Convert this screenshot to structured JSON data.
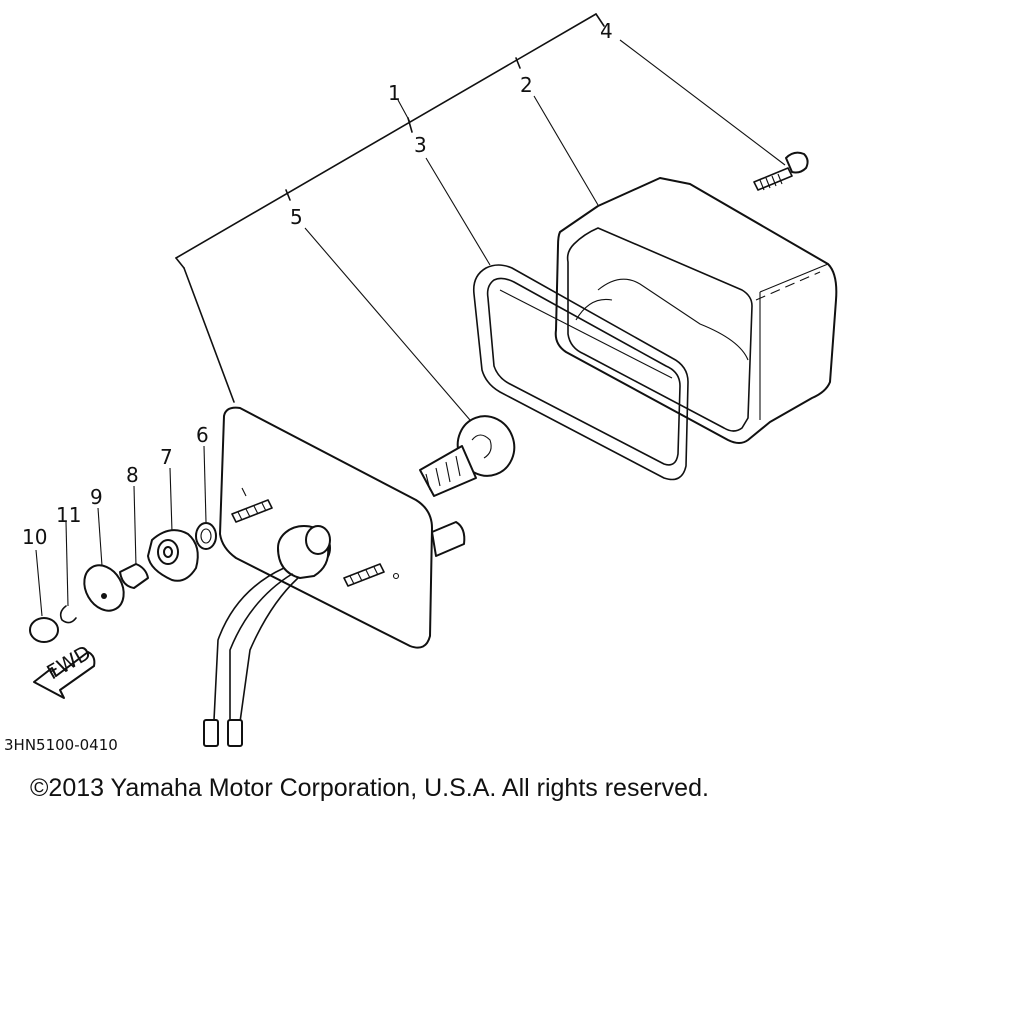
{
  "callouts": [
    "1",
    "2",
    "3",
    "4",
    "5",
    "6",
    "7",
    "8",
    "9",
    "10",
    "11"
  ],
  "fwd_label": "FWD",
  "diagram_code": "3HN5100-0410",
  "copyright": "©2013 Yamaha Motor Corporation, U.S.A. All rights reserved."
}
